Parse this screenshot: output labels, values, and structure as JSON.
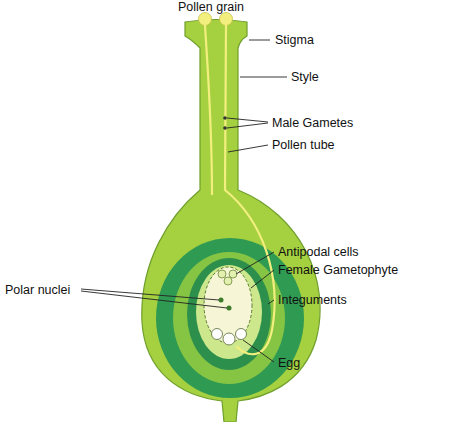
{
  "diagram": {
    "labels": [
      "Pollen grain",
      "Stigma",
      "Style",
      "Male Gametes",
      "Pollen tube",
      "Antipodal cells",
      "Female Gametophyte",
      "Polar nuclei",
      "Integuments",
      "Egg"
    ]
  }
}
